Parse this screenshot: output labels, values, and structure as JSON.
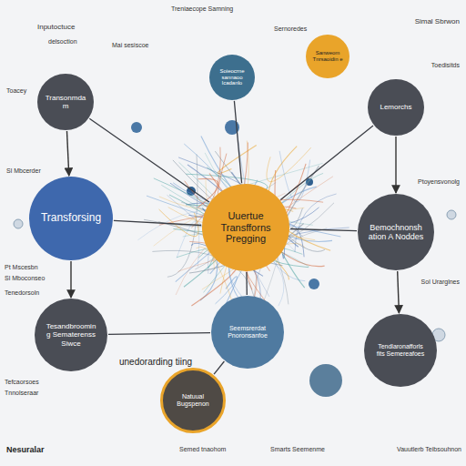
{
  "diagram": {
    "nodes": [
      {
        "text": [
          "Soieocrne sannaoo lcadanlo"
        ]
      },
      {
        "text": [
          "Sanweom Tnrsaoidin e"
        ]
      },
      {
        "text": [
          "Transonmdam"
        ]
      },
      {
        "text": [
          "Lemorchs"
        ]
      },
      {
        "text": [
          "Transforsing"
        ]
      },
      {
        "text": [
          "Uuertue Transfforns Pregging"
        ]
      },
      {
        "text": [
          "Bemochnonshation A Noddes"
        ]
      },
      {
        "text": [
          "Tesandbrooming Sematerenss Siwce"
        ]
      },
      {
        "text": [
          "Seemsrerdat Pnoronsanfoe"
        ]
      },
      {
        "text": [
          "Tendlaronafforls fits Semereafoes"
        ]
      },
      {
        "text": [
          "Natuual Bugspenon"
        ]
      }
    ],
    "edges": [
      {
        "from": 2,
        "to": 4,
        "arrow": "to"
      },
      {
        "from": 3,
        "to": 6,
        "arrow": "to"
      },
      {
        "from": 4,
        "to": 7,
        "arrow": "to"
      },
      {
        "from": 6,
        "to": 9,
        "arrow": "to"
      },
      {
        "from": 2,
        "to": 5,
        "arrow": "none"
      },
      {
        "from": 4,
        "to": 5,
        "arrow": "none"
      },
      {
        "from": 5,
        "to": 6,
        "arrow": "none"
      },
      {
        "from": 0,
        "to": 5,
        "arrow": "none"
      },
      {
        "from": 3,
        "to": 5,
        "arrow": "none"
      },
      {
        "from": 5,
        "to": 8,
        "arrow": "none"
      },
      {
        "from": 7,
        "to": 8,
        "arrow": "none"
      },
      {
        "from": 10,
        "to": 8,
        "arrow": "none"
      }
    ],
    "labels": [
      "Inputoctuce",
      "delsoction",
      "Treniaecope Samning",
      "Mai sesiscoe",
      "Sernoredes",
      "Simal Sbrwon",
      "Toedisitds",
      "Toacey",
      "Sl Mbcerder",
      "Pt Mscesbn",
      "Sl Mboconseo",
      "Ptoyensvonolg",
      "Sol Urarglnes",
      "Tenedorsoln",
      "Tefcaorsoes",
      "Tnnolseraar",
      "unedorarding tiing",
      "Nesuralar",
      "Semed tnaohom",
      "Smarts Seemenme",
      "Vauutlerb Teibsouhnon"
    ]
  }
}
